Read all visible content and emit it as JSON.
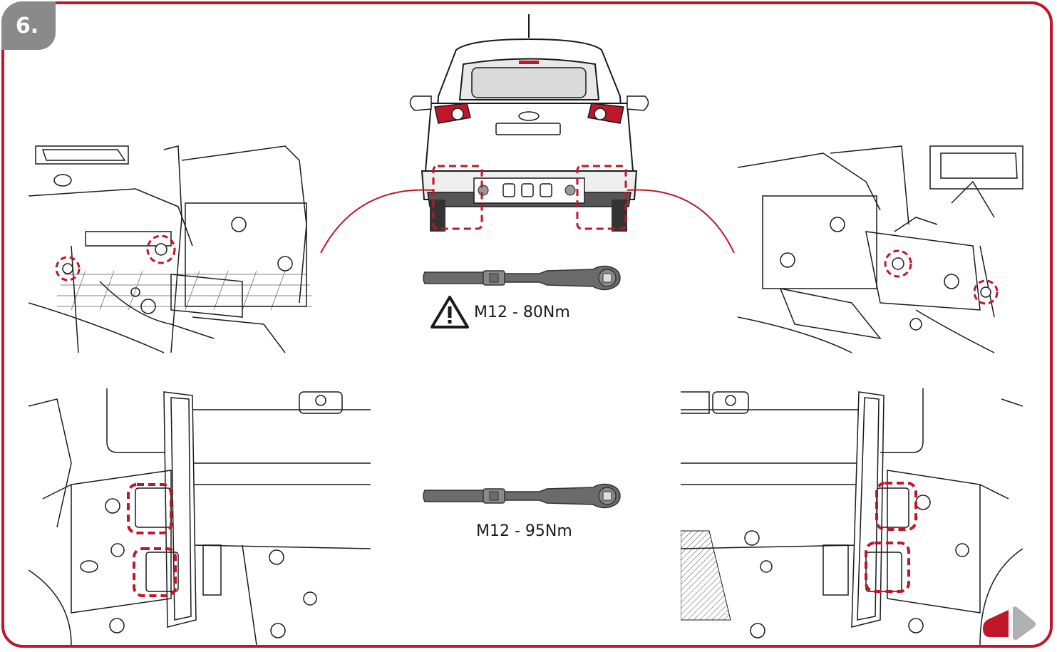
{
  "step": {
    "number": "6."
  },
  "torque_top": {
    "label": "M12 - 80Nm",
    "icon": "warning-triangle-icon"
  },
  "torque_bottom": {
    "label": "M12 - 95Nm"
  },
  "colors": {
    "accent": "#c0162a",
    "badge": "#8a8a8a",
    "tool": "#6b6b6b",
    "line": "#1a1a1a"
  },
  "icons": [
    "wrench-icon",
    "warning-triangle-icon",
    "next-page-icon"
  ]
}
